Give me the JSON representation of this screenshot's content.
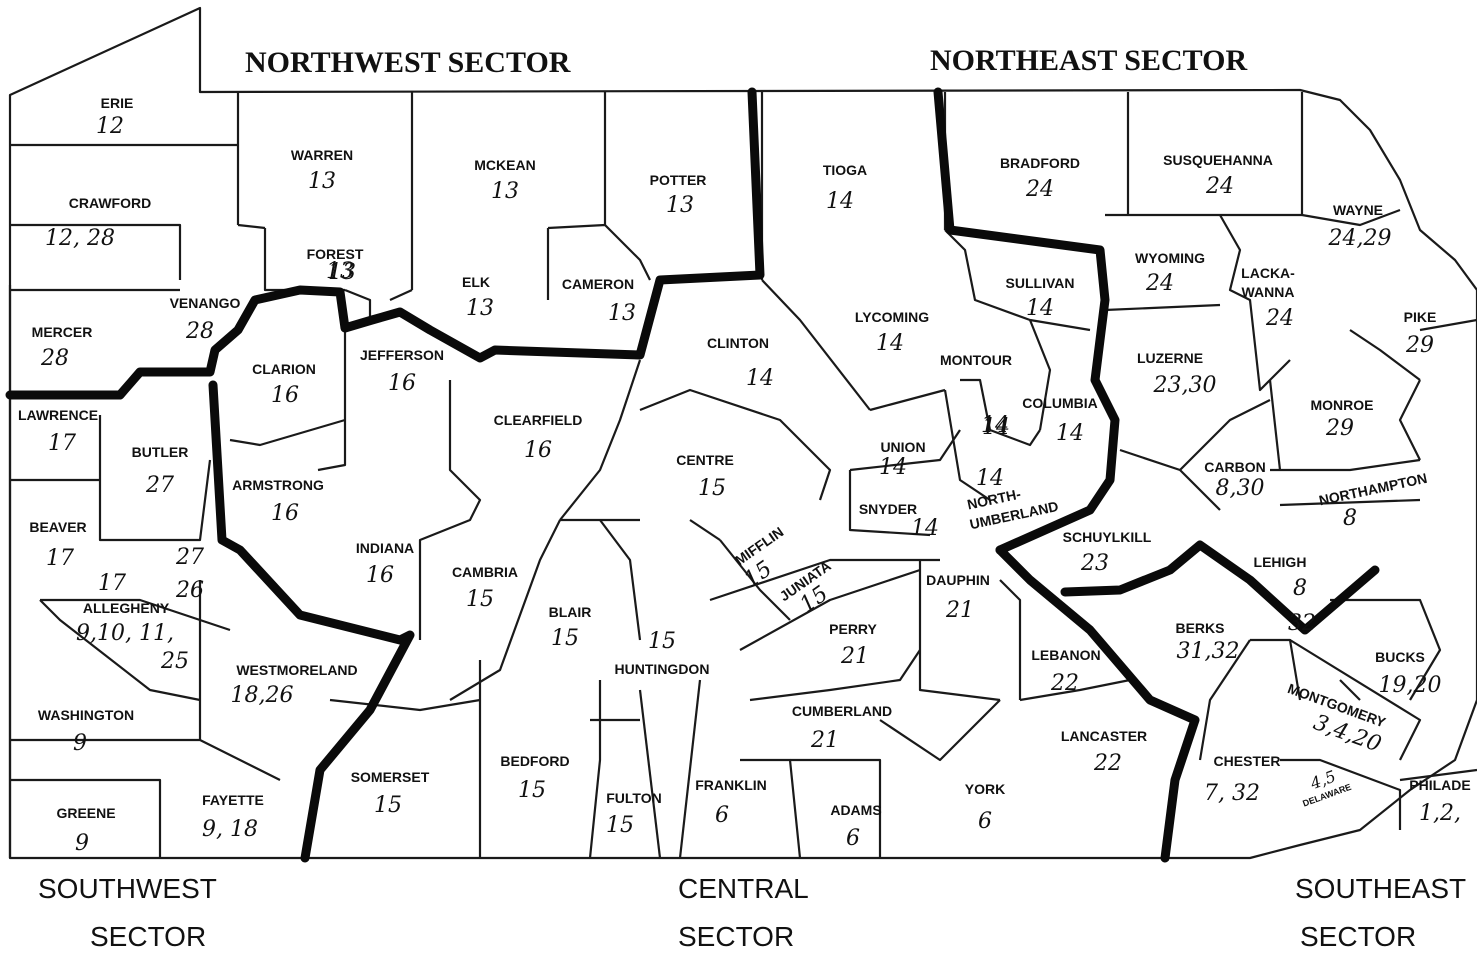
{
  "map": {
    "sector_titles": {
      "northwest": "NORTHWEST SECTOR",
      "northeast": "NORTHEAST SECTOR"
    },
    "sector_labels": {
      "southwest": [
        "SOUTHWEST",
        "SECTOR"
      ],
      "central": [
        "CENTRAL",
        "SECTOR"
      ],
      "southeast": [
        "SOUTHEAST",
        "SECTOR"
      ]
    },
    "counties": [
      {
        "name": "ERIE",
        "districts": "12"
      },
      {
        "name": "CRAWFORD",
        "districts": "12, 28"
      },
      {
        "name": "WARREN",
        "districts": "13"
      },
      {
        "name": "MCKEAN",
        "districts": "13"
      },
      {
        "name": "POTTER",
        "districts": "13"
      },
      {
        "name": "TIOGA",
        "districts": "14"
      },
      {
        "name": "BRADFORD",
        "districts": "24"
      },
      {
        "name": "SUSQUEHANNA",
        "districts": "24"
      },
      {
        "name": "WAYNE",
        "districts": "24,29"
      },
      {
        "name": "MERCER",
        "districts": "28"
      },
      {
        "name": "VENANGO",
        "districts": "28"
      },
      {
        "name": "FOREST",
        "districts": "13"
      },
      {
        "name": "ELK",
        "districts": "13"
      },
      {
        "name": "CAMERON",
        "districts": "13"
      },
      {
        "name": "LYCOMING",
        "districts": "14"
      },
      {
        "name": "SULLIVAN",
        "districts": "14"
      },
      {
        "name": "WYOMING",
        "districts": "24"
      },
      {
        "name": "LACKA-",
        "districts": ""
      },
      {
        "name": "WANNA",
        "districts": "24"
      },
      {
        "name": "PIKE",
        "districts": "29"
      },
      {
        "name": "LAWRENCE",
        "districts": "17"
      },
      {
        "name": "CLARION",
        "districts": "16"
      },
      {
        "name": "JEFFERSON",
        "districts": "16"
      },
      {
        "name": "CLINTON",
        "districts": "14"
      },
      {
        "name": "MONTOUR",
        "districts": "14"
      },
      {
        "name": "COLUMBIA",
        "districts": "14"
      },
      {
        "name": "LUZERNE",
        "districts": "23,30"
      },
      {
        "name": "MONROE",
        "districts": "29"
      },
      {
        "name": "BUTLER",
        "districts": "27"
      },
      {
        "name": "CLEARFIELD",
        "districts": "16"
      },
      {
        "name": "CENTRE",
        "districts": "15"
      },
      {
        "name": "UNION",
        "districts": "14"
      },
      {
        "name": "CARBON",
        "districts": "8,30"
      },
      {
        "name": "BEAVER",
        "districts": "17"
      },
      {
        "name": "ARMSTRONG",
        "districts": "16"
      },
      {
        "name": "SNYDER",
        "districts": "14"
      },
      {
        "name": "NORTH-",
        "districts": "14"
      },
      {
        "name": "UMBERLAND",
        "districts": ""
      },
      {
        "name": "NORTHAMPTON",
        "districts": "8"
      },
      {
        "name": "INDIANA",
        "districts": "16"
      },
      {
        "name": "CAMBRIA",
        "districts": "15"
      },
      {
        "name": "MIFFLIN",
        "districts": "15"
      },
      {
        "name": "JUNIATA",
        "districts": "15"
      },
      {
        "name": "SCHUYLKILL",
        "districts": "23"
      },
      {
        "name": "LEHIGH",
        "districts": "8"
      },
      {
        "name": "ALLEGHENY",
        "districts": "9,10, 11,"
      },
      {
        "name": "",
        "districts": "25"
      },
      {
        "name": "BLAIR",
        "districts": "15"
      },
      {
        "name": "DAUPHIN",
        "districts": "21"
      },
      {
        "name": "PERRY",
        "districts": "21"
      },
      {
        "name": "BERKS",
        "districts": "31,32"
      },
      {
        "name": "WESTMORELAND",
        "districts": "18,26"
      },
      {
        "name": "HUNTINGDON",
        "districts": "15"
      },
      {
        "name": "LEBANON",
        "districts": "22"
      },
      {
        "name": "BUCKS",
        "districts": "19,20"
      },
      {
        "name": "MONTGOMERY",
        "districts": "3,4,20"
      },
      {
        "name": "WASHINGTON",
        "districts": "9"
      },
      {
        "name": "CUMBERLAND",
        "districts": "21"
      },
      {
        "name": "LANCASTER",
        "districts": "22"
      },
      {
        "name": "SOMERSET",
        "districts": "15"
      },
      {
        "name": "BEDFORD",
        "districts": "15"
      },
      {
        "name": "FRANKLIN",
        "districts": "6"
      },
      {
        "name": "ADAMS",
        "districts": "6"
      },
      {
        "name": "YORK",
        "districts": "6"
      },
      {
        "name": "CHESTER",
        "districts": "7, 32"
      },
      {
        "name": "GREENE",
        "districts": "9"
      },
      {
        "name": "FAYETTE",
        "districts": "9, 18"
      },
      {
        "name": "FULTON",
        "districts": "15"
      },
      {
        "name": "DELAWARE",
        "districts": "4,5"
      },
      {
        "name": "PHILADE",
        "districts": "1,2,"
      }
    ],
    "stray_numbers": [
      "27",
      "26",
      "17",
      "13",
      "14",
      "32"
    ]
  }
}
